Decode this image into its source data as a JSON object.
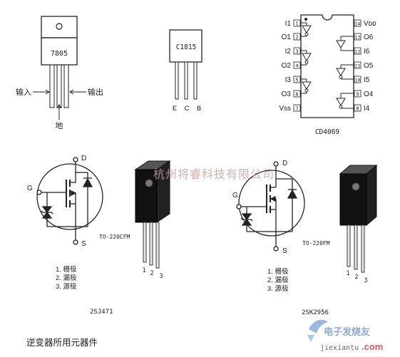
{
  "watermark_center": "杭州将睿科技有限公司",
  "ic_7805": {
    "part": "7805",
    "label_input": "输入",
    "label_output": "输出",
    "label_ground": "地"
  },
  "ic_c1815": {
    "part": "C1815",
    "pins": [
      "E",
      "C",
      "B"
    ]
  },
  "ic_cd4069": {
    "name": "CD4069",
    "left_pins": [
      {
        "label": "I1",
        "num": "1"
      },
      {
        "label": "O1",
        "num": "2"
      },
      {
        "label": "I2",
        "num": "3"
      },
      {
        "label": "O2",
        "num": "4"
      },
      {
        "label": "I3",
        "num": "5"
      },
      {
        "label": "O3",
        "num": "6"
      },
      {
        "label": "Vss",
        "num": "7"
      }
    ],
    "right_pins": [
      {
        "label": "Vᴅᴅ",
        "num": "14"
      },
      {
        "label": "O6",
        "num": "13"
      },
      {
        "label": "I6",
        "num": "12"
      },
      {
        "label": "O5",
        "num": "11"
      },
      {
        "label": "I5",
        "num": "10"
      },
      {
        "label": "O4",
        "num": "9"
      },
      {
        "label": "I4",
        "num": "8"
      }
    ]
  },
  "mosfet_left": {
    "pin_d": "D",
    "pin_g": "G",
    "pin_s": "S",
    "package": "TO-220CFM",
    "lead_nums": [
      "1",
      "2",
      "3"
    ],
    "legend": [
      "1. 栅极",
      "2. 漏极",
      "3. 源极"
    ],
    "part": "2SJ471"
  },
  "mosfet_right": {
    "pin_d": "D",
    "pin_g": "G",
    "pin_s": "S",
    "package": "TO-220FM",
    "lead_nums": [
      "1",
      "2",
      "3"
    ],
    "legend": [
      "1. 栅极",
      "2. 漏极",
      "3. 源极"
    ],
    "part": "2SK2956"
  },
  "caption": "逆变器所用元器件",
  "logo": {
    "main": "电子发烧友",
    "sub": "jiexiantu",
    "dom": ".com"
  }
}
